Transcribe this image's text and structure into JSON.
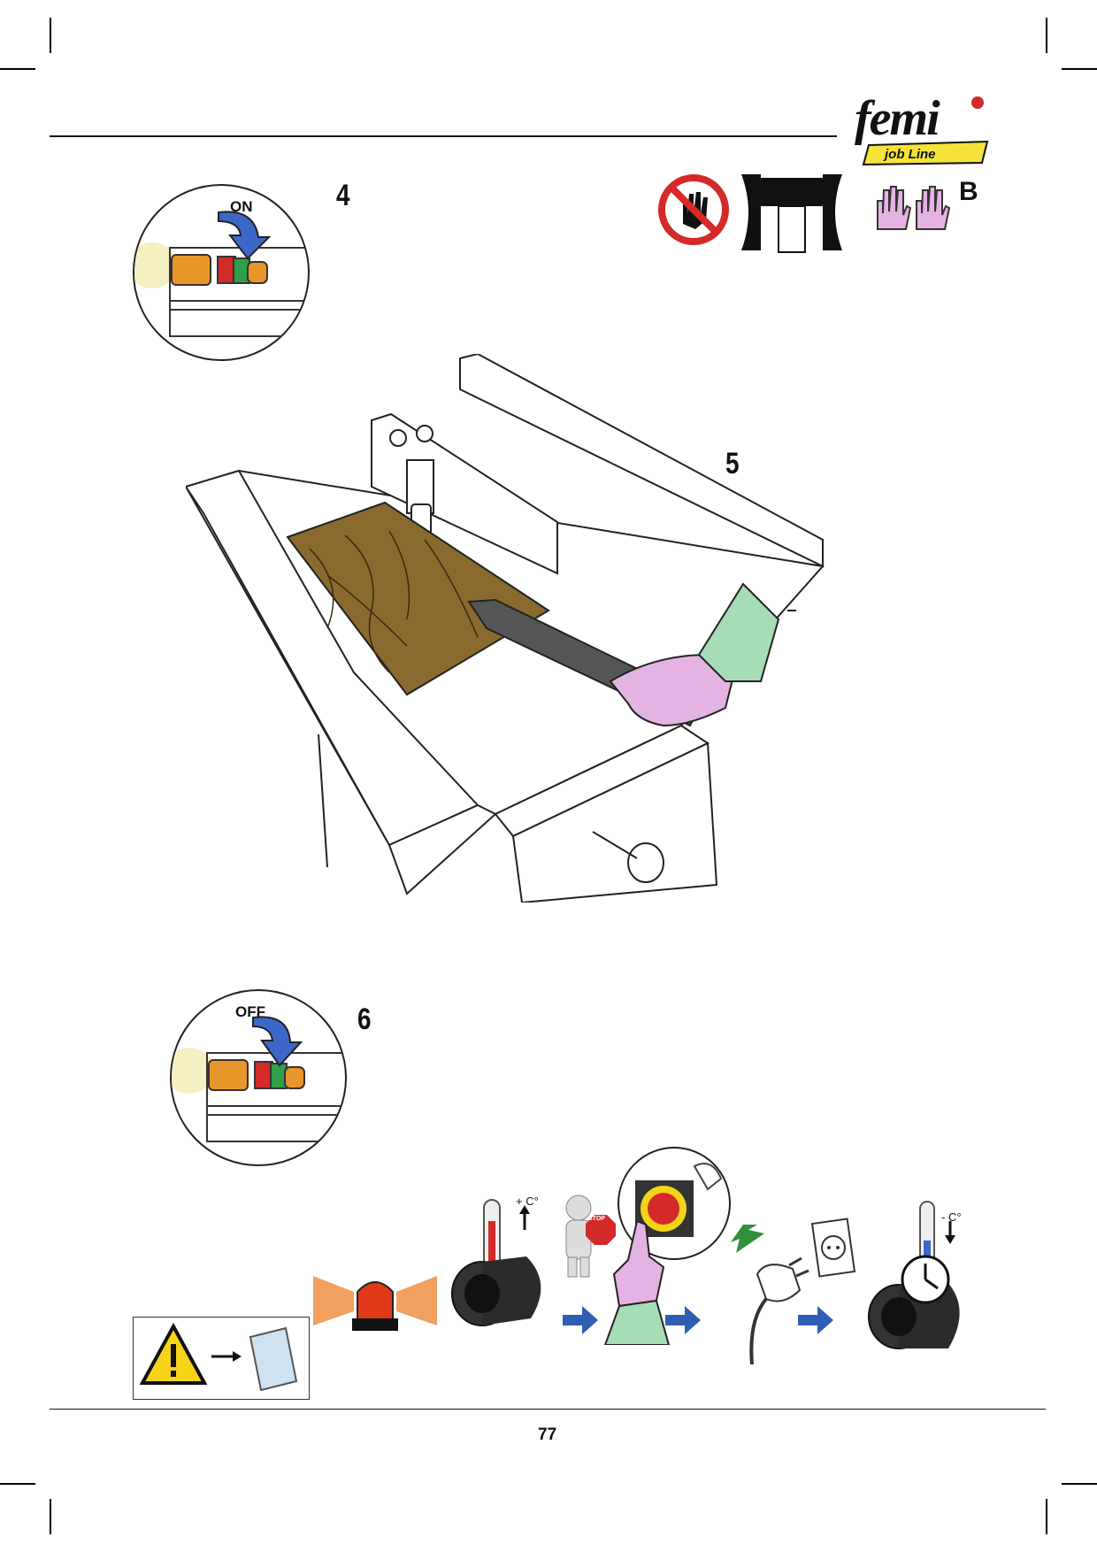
{
  "brand": {
    "name": "femi",
    "tagline": "job Line"
  },
  "steps": {
    "four": "4",
    "five": "5",
    "six": "6"
  },
  "switch": {
    "on_label": "ON",
    "off_label": "OFF"
  },
  "gloves_label": "B",
  "stop_sign": "STOP",
  "temperature": {
    "up": "+ C°",
    "down": "- C°"
  },
  "page_number": "77",
  "colors": {
    "wood": "#8a6a2e",
    "glove": "#e5b3e3",
    "sleeve": "#a6dcb6",
    "prohibition_red": "#d42a2a",
    "arrow_blue": "#2f5fb3",
    "plug_arrow_green": "#2f8f3a",
    "switch_orange": "#e8962a",
    "logo_yellow": "#f5e33a"
  }
}
